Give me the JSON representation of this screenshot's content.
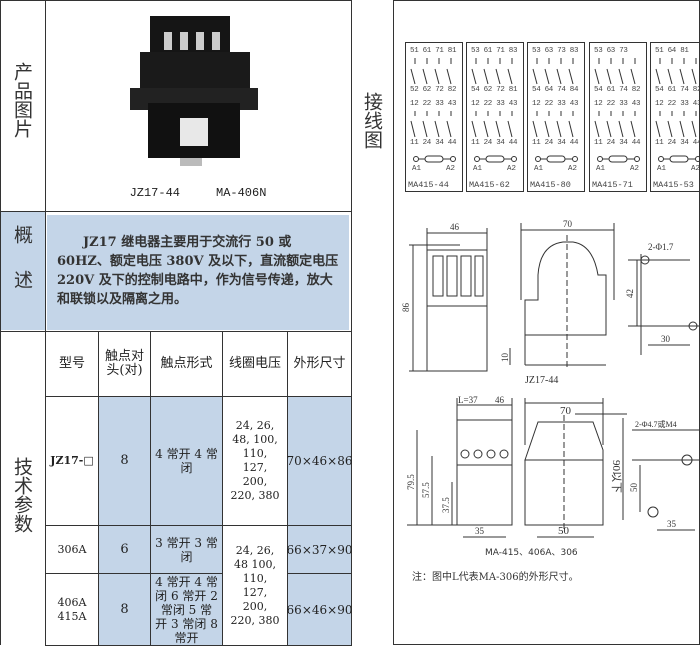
{
  "labels": {
    "product_image": "产品图片",
    "overview": "概述",
    "tech_params": "技术参数",
    "wiring": "接线图"
  },
  "product": {
    "caption_left": "JZ17-44",
    "caption_right": "MA-406N"
  },
  "overview": {
    "text": "JZ17 继电器主要用于交流行 50 或 60HZ、额定电压 380V 及以下，直流额定电压 220V 及下的控制电路中，作为信号传递，放大和联锁以及隔离之用。"
  },
  "table": {
    "headers": [
      "型号",
      "触点对头(对)",
      "触点形式",
      "线圈电压",
      "外形尺寸"
    ],
    "rows": [
      {
        "model": "JZ17-□",
        "pairs": "8",
        "form": "4 常开 4 常闭",
        "voltage": "24, 26, 48, 100, 110, 127, 200, 220, 380",
        "size": "70×46×86"
      },
      {
        "model": "306A",
        "pairs": "6",
        "form": "3 常开 3 常闭",
        "size": "66×37×90"
      },
      {
        "model": "406A 415A",
        "pairs": "8",
        "form": "4 常开 4 常闭 6 常开 2 常闭 5 常开 3 常闭 8 常开",
        "size": "66×46×90"
      }
    ],
    "shared_voltage": "24, 26, 48 100, 110, 127, 200, 220, 380"
  },
  "wiring": [
    {
      "name": "MA415-44",
      "top": "51 61 71 81",
      "mid": "52 62 72 82"
    },
    {
      "name": "MA415-62",
      "top": "53 61 71 83",
      "mid": "54 62 72 81"
    },
    {
      "name": "MA415-80",
      "top": "53 63 73 83",
      "mid": "54 64 74 84"
    },
    {
      "name": "MA415-71",
      "top": "53 63 73",
      "mid": "54 61 74 82"
    },
    {
      "name": "MA415-53",
      "top": "51 64  81",
      "mid": "54 61 74 82"
    }
  ],
  "wiring_common": {
    "row3": "12 22 33 43",
    "row4": "11 24 34 44",
    "a1": "A1",
    "a2": "A2"
  },
  "drawing1": {
    "caption": "JZ17-44",
    "w_side": "46",
    "w_front": "70",
    "h": "86",
    "foot": "10",
    "hole": "2-Φ1.7",
    "hole_v": "42",
    "hole_h": "30"
  },
  "drawing2": {
    "caption": "MA-415、406A、306",
    "l_label": "L=37",
    "w_side": "46",
    "w_front": "70",
    "h1": "79.5",
    "h2": "57.5",
    "h3": "37.5",
    "base_side": "35",
    "base_front": "50",
    "h_total": "90以下",
    "hole": "2-Φ4.7或M4",
    "hole_v": "50",
    "hole_h": "35"
  },
  "note": "注：图中L代表MA-306的外形尺寸。"
}
